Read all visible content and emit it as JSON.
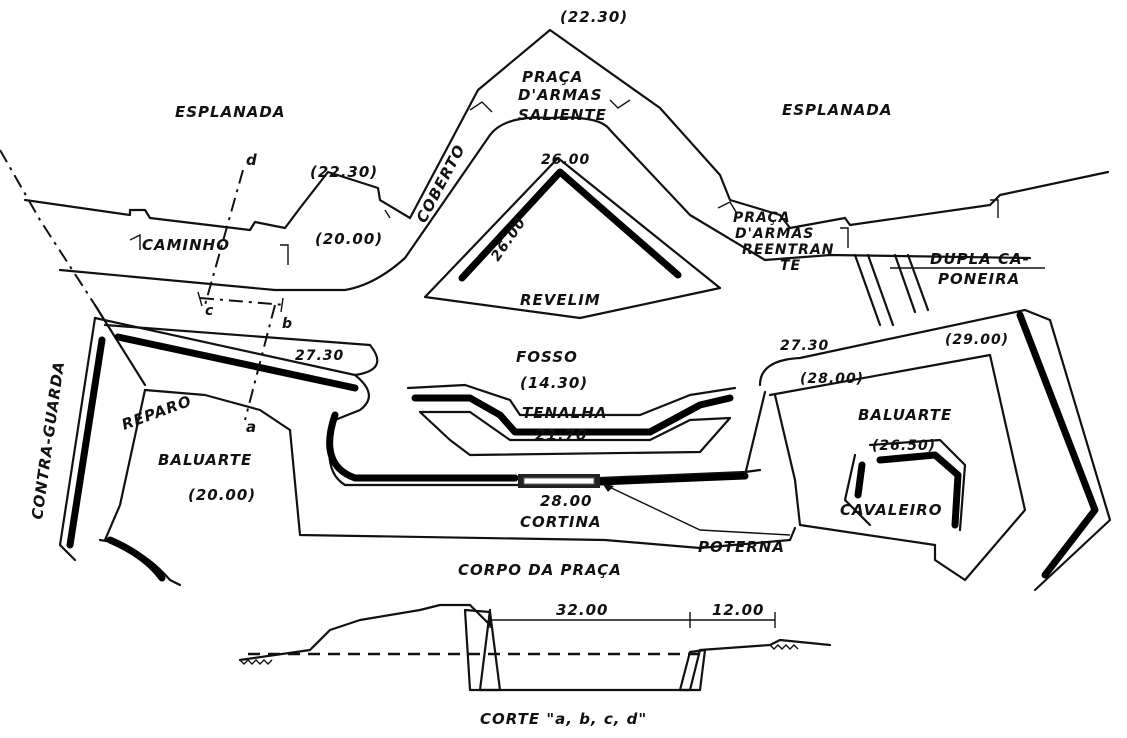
{
  "labels": {
    "elev_top": "(22.30)",
    "praca_armas_saliente_1": "PRAÇA",
    "praca_armas_saliente_2": "D'ARMAS",
    "praca_armas_saliente_3": "SALIENTE",
    "esplanada_left": "ESPLANADA",
    "esplanada_right": "ESPLANADA",
    "coberto": "COBERTO",
    "elev_left_2230": "(22.30)",
    "elev_2000": "(20.00)",
    "caminho": "CAMINHO",
    "revelim_top": "26.00",
    "revelim_side": "26.00",
    "revelim": "REVELIM",
    "praca_reentrante_1": "PRAÇA",
    "praca_reentrante_2": "D'ARMAS",
    "praca_reentrante_3": "REENTRAN",
    "praca_reentrante_4": "TE",
    "dupla_caponeira_1": "DUPLA CA-",
    "dupla_caponeira_2": "PONEIRA",
    "sec_d": "d",
    "sec_c": "c",
    "sec_b": "b",
    "sec_a": "a",
    "elev_2730_left": "27.30",
    "elev_2730_right": "27.30",
    "fosso": "FOSSO",
    "fosso_elev": "(14.30)",
    "elev_2800_paren": "(28.00)",
    "elev_2900": "(29.00)",
    "tenalha": "TENALHA",
    "tenalha_elev": "21.70",
    "reparo": "REPARO",
    "contra_guarda": "CONTRA-GUARDA",
    "baluarte_left": "BALUARTE",
    "baluarte_left_elev": "(20.00)",
    "baluarte_right": "BALUARTE",
    "baluarte_right_elev": "(26.50)",
    "cavaleiro": "CAVALEIRO",
    "cortina_elev": "28.00",
    "cortina": "CORTINA",
    "poterna": "POTERNA",
    "corpo_praca": "CORPO DA PRAÇA",
    "dim_32": "32.00",
    "dim_12": "12.00",
    "corte": "CORTE \"a, b, c, d\""
  }
}
